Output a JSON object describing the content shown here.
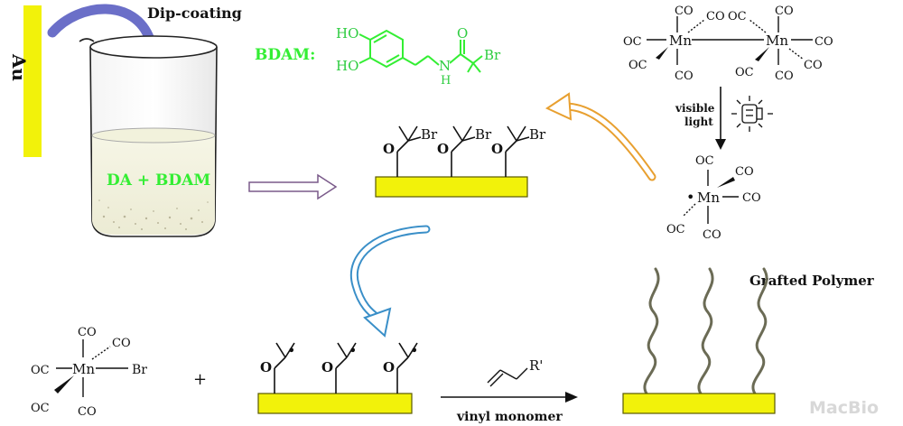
{
  "labels": {
    "substrate": "Au",
    "process": "Dip-coating",
    "solution": "DA + BDAM",
    "bdam_name": "BDAM:",
    "light": [
      "visible",
      "light"
    ],
    "grafted": "Grafted Polymer",
    "monomer": "vinyl monomer",
    "plus": "+",
    "watermark": "MacBio"
  },
  "atoms": {
    "mn": "Mn",
    "co": "CO",
    "oc": "OC",
    "br": "Br",
    "o": "O",
    "ho": "HO",
    "n": "N",
    "h": "H",
    "r": "R'",
    "dot": "•"
  },
  "colors": {
    "gold": "#f2f20a",
    "gold_edge": "#5a5a00",
    "purple_arrow": "#6b6fc8",
    "blue_arrow": "#3a8fc8",
    "orange_arrow": "#e8a030",
    "chain": "#6b6b55",
    "bdam_green": "#33ee33",
    "watermark": "#d8d8d8"
  }
}
